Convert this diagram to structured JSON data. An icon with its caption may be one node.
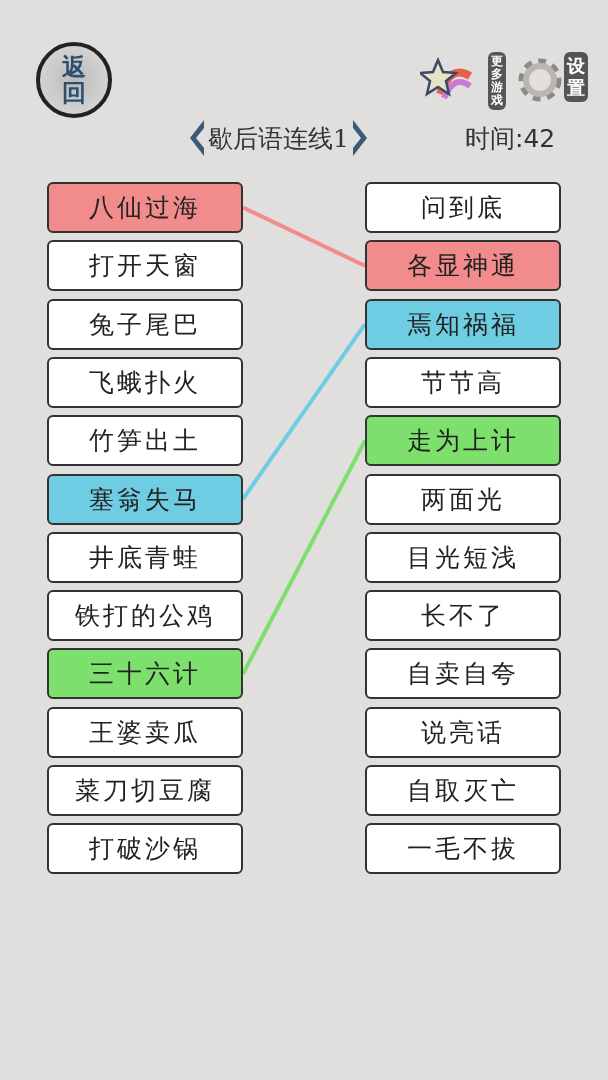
{
  "diagram": {
    "title": "歇后语连线1",
    "nodes": [
      {
        "text": [
          "返回"
        ]
      },
      {
        "text": [
          "更多游戏"
        ]
      },
      {
        "text": [
          "设置"
        ]
      },
      {
        "text": [
          "八仙过海"
        ]
      },
      {
        "text": [
          "打开天窗"
        ]
      },
      {
        "text": [
          "兔子尾巴"
        ]
      },
      {
        "text": [
          "飞蛾扑火"
        ]
      },
      {
        "text": [
          "竹笋出土"
        ]
      },
      {
        "text": [
          "塞翁失马"
        ]
      },
      {
        "text": [
          "井底青蛙"
        ]
      },
      {
        "text": [
          "铁打的公鸡"
        ]
      },
      {
        "text": [
          "三十六计"
        ]
      },
      {
        "text": [
          "王婆卖瓜"
        ]
      },
      {
        "text": [
          "菜刀切豆腐"
        ]
      },
      {
        "text": [
          "打破沙锅"
        ]
      },
      {
        "text": [
          "问到底"
        ]
      },
      {
        "text": [
          "各显神通"
        ]
      },
      {
        "text": [
          "焉知祸福"
        ]
      },
      {
        "text": [
          "节节高"
        ]
      },
      {
        "text": [
          "走为上计"
        ]
      },
      {
        "text": [
          "两面光"
        ]
      },
      {
        "text": [
          "目光短浅"
        ]
      },
      {
        "text": [
          "长不了"
        ]
      },
      {
        "text": [
          "自卖自夸"
        ]
      },
      {
        "text": [
          "说亮话"
        ]
      },
      {
        "text": [
          "自取灭亡"
        ]
      },
      {
        "text": [
          "一毛不拔"
        ]
      }
    ],
    "edges": [
      {
        "from": 3,
        "to": 16,
        "arrow": "none",
        "color": "#f28b8b"
      },
      {
        "from": 8,
        "to": 17,
        "arrow": "none",
        "color": "#6ecde2"
      },
      {
        "from": 11,
        "to": 19,
        "arrow": "none",
        "color": "#7ee06c"
      }
    ],
    "labels": [
      "时间:42"
    ]
  }
}
